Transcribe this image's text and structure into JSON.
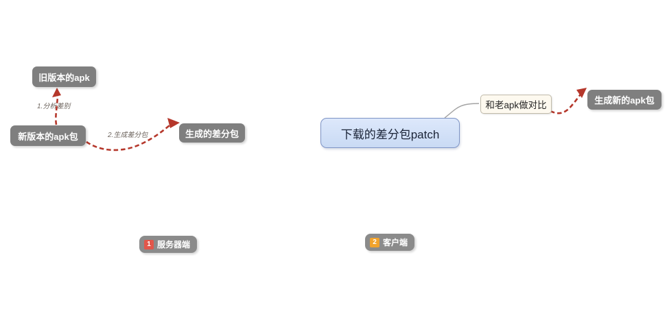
{
  "app": {
    "type": "mindmap-diagram",
    "background": "#ffffff"
  },
  "nodes": {
    "old_apk": {
      "label": "旧版本的apk",
      "style": "gray"
    },
    "new_apk": {
      "label": "新版本的apk包",
      "style": "gray"
    },
    "generated_diff": {
      "label": "生成的差分包",
      "style": "gray"
    },
    "downloaded_patch": {
      "label": "下载的差分包patch",
      "style": "blue"
    },
    "compare_with_old_apk": {
      "label": "和老apk做对比",
      "style": "cream"
    },
    "generate_new_apk": {
      "label": "生成新的apk包",
      "style": "gray"
    }
  },
  "edge_labels": {
    "analyze_diff": "1.分析差别",
    "generate_diff": "2.生成差分包"
  },
  "legends": [
    {
      "number": "1",
      "label": "服务器端",
      "badge_color": "#e2564a"
    },
    {
      "number": "2",
      "label": "客户端",
      "badge_color": "#f2a32c"
    }
  ],
  "colors": {
    "node_gray": "#7f7f7f",
    "legend_gray": "#8b8b8b",
    "arrow_red": "#b5372b",
    "connector_gray": "#a3a3a3",
    "blue_node_fill": "#c9daf4",
    "blue_node_border": "#7e94c5",
    "cream_node_fill": "#fdf9ef",
    "cream_node_border": "#c0baa9",
    "edge_label_text": "#6f6760"
  }
}
